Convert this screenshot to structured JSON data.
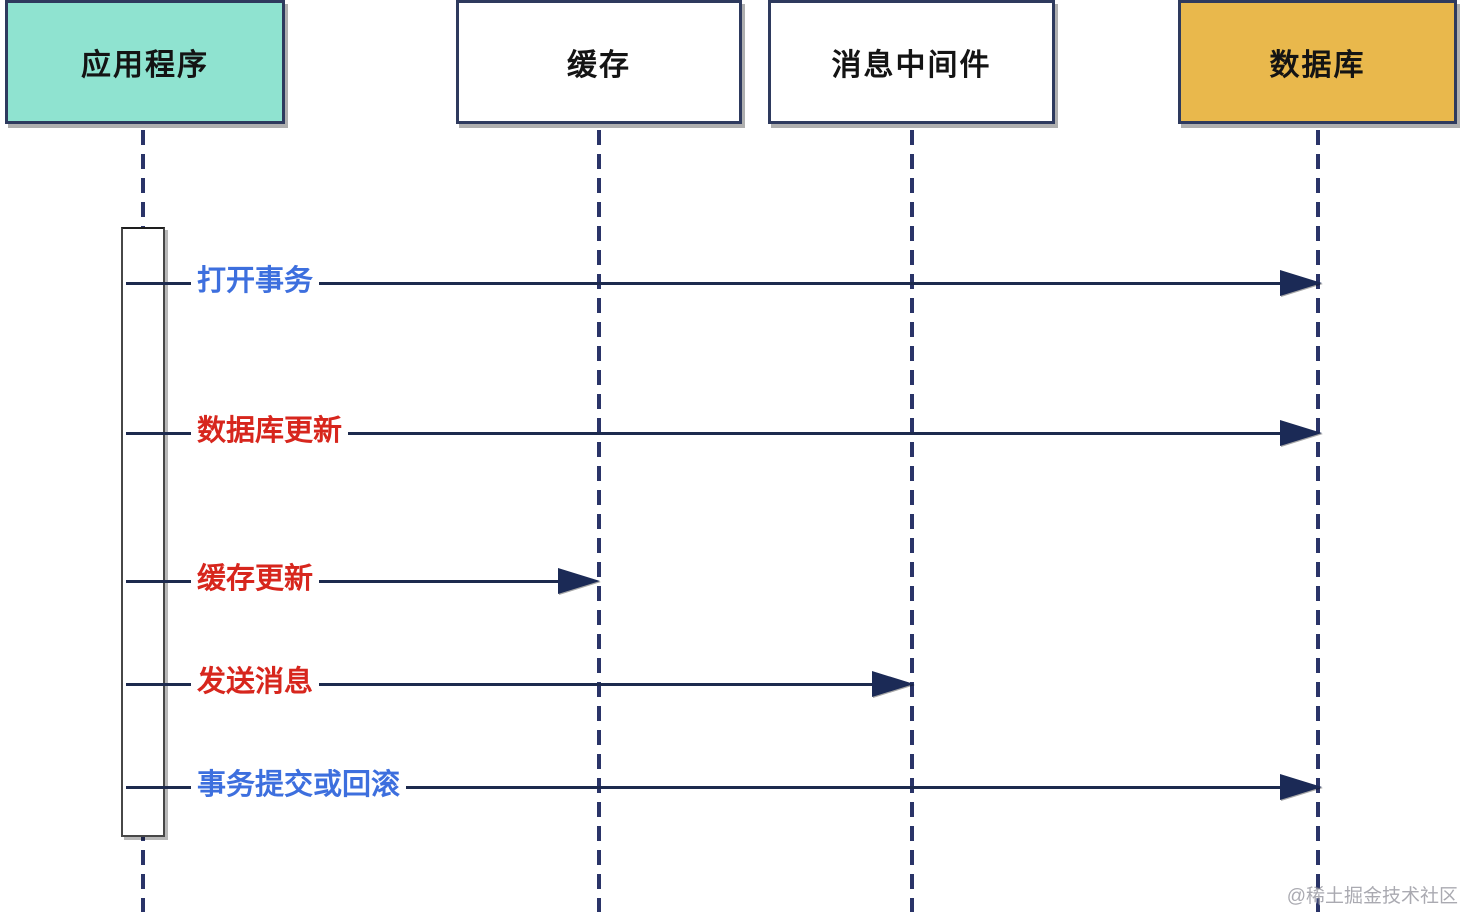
{
  "diagram": {
    "type": "sequence-diagram",
    "participants": [
      {
        "label": "应用程序",
        "fill": "#8FE3D0",
        "text_color": "#141414"
      },
      {
        "label": "缓存",
        "fill": "#FFFFFF",
        "text_color": "#141414"
      },
      {
        "label": "消息中间件",
        "fill": "#FFFFFF",
        "text_color": "#141414"
      },
      {
        "label": "数据库",
        "fill": "#E9B84C",
        "text_color": "#141414"
      }
    ],
    "messages": [
      {
        "label": "打开事务",
        "from": "应用程序",
        "to": "数据库",
        "color": "#3D6FDE"
      },
      {
        "label": "数据库更新",
        "from": "应用程序",
        "to": "数据库",
        "color": "#D7261D"
      },
      {
        "label": "缓存更新",
        "from": "应用程序",
        "to": "缓存",
        "color": "#D7261D"
      },
      {
        "label": "发送消息",
        "from": "应用程序",
        "to": "消息中间件",
        "color": "#D7261D"
      },
      {
        "label": "事务提交或回滚",
        "from": "应用程序",
        "to": "数据库",
        "color": "#3D6FDE"
      }
    ],
    "colors": {
      "message_line": "#1D2A4E",
      "lifeline": "#2A3468",
      "box_border": "#2E3A5E"
    },
    "watermark": "@稀土掘金技术社区"
  }
}
